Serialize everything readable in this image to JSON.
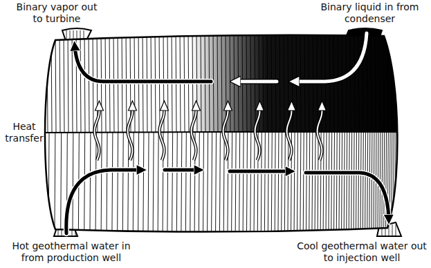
{
  "diagram": {
    "labels": [
      "Binary vapor out to turbine",
      "Binary liquid in from condenser",
      "Heat transfer",
      "Hot geothermal water in from production well",
      "Cool geothermal water out to injection well"
    ]
  }
}
